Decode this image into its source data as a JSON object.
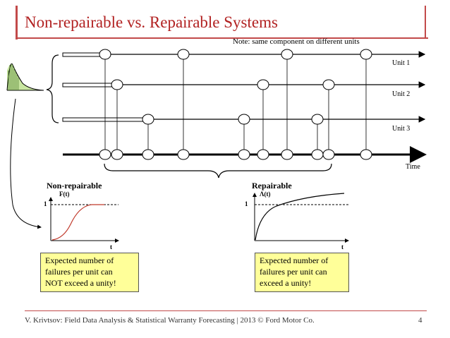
{
  "title": "Non-repairable vs. Repairable Systems",
  "note": "Note: same component on different units",
  "units": [
    "Unit 1",
    "Unit 2",
    "Unit 3"
  ],
  "time_label": "Time",
  "non_repairable": {
    "label": "Non-repairable",
    "y_label": "F(t)",
    "x_label": "t",
    "one_label": "1",
    "box_text": [
      "Expected number of",
      "failures per unit can",
      "NOT exceed a unity!"
    ]
  },
  "repairable": {
    "label": "Repairable",
    "y_label": "Λ(t)",
    "x_label": "t",
    "one_label": "1",
    "box_text": [
      "Expected number of",
      "failures per unit can",
      "exceed a unity!"
    ]
  },
  "footer": "V. Krivtsov: Field Data Analysis & Statistical Warranty Forecasting | 2013 © Ford Motor Co.",
  "page_number": "4",
  "colors": {
    "title": "#b22222",
    "accent_rule": "#c24a4a",
    "curve": "#c0392b",
    "note_box": "#ffff99",
    "distribution_fill": "#c8e6a0"
  }
}
